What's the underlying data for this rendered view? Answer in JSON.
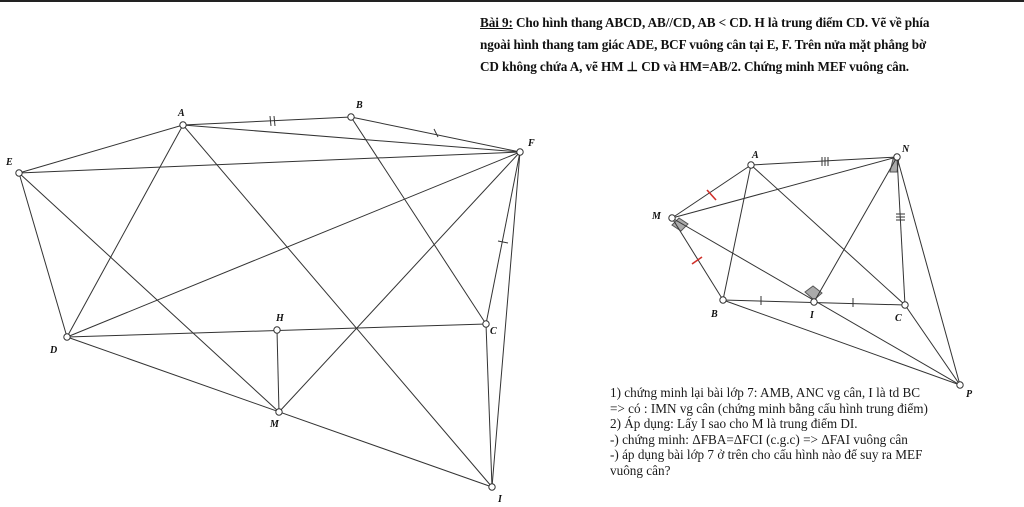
{
  "problem": {
    "label": "Bài 9:",
    "lines": [
      " Cho hình thang ABCD, AB//CD, AB < CD. H là trung điểm CD. Vẽ về phía",
      "ngoài hình thang tam giác ADE, BCF vuông cân tại E, F. Trên nửa mặt phẳng bờ",
      "CD không chứa A, vẽ HM ⊥ CD và HM=AB/2. Chứng minh MEF vuông cân."
    ]
  },
  "left_figure": {
    "labels": {
      "A": "A",
      "B": "B",
      "E": "E",
      "F": "F",
      "H": "H",
      "D": "D",
      "C": "C",
      "M": "M",
      "I": "I"
    }
  },
  "right_figure": {
    "labels": {
      "A": "A",
      "N": "N",
      "M": "M",
      "B": "B",
      "I": "I",
      "C": "C",
      "P": "P"
    }
  },
  "notes": [
    "1) chứng minh lại bài lớp 7: AMB, ANC vg cân, I là td BC",
    "=> có : IMN vg cân (chứng minh bằng cấu hình trung điểm)",
    "2) Áp dụng: Lấy I sao cho M là trung điểm DI.",
    "-) chứng minh: ΔFBA=ΔFCI (c.g.c) => ΔFAI vuông cân",
    "-) áp dụng bài lớp 7 ở trên cho cấu hình nào để suy ra MEF",
    "vuông cân?"
  ]
}
